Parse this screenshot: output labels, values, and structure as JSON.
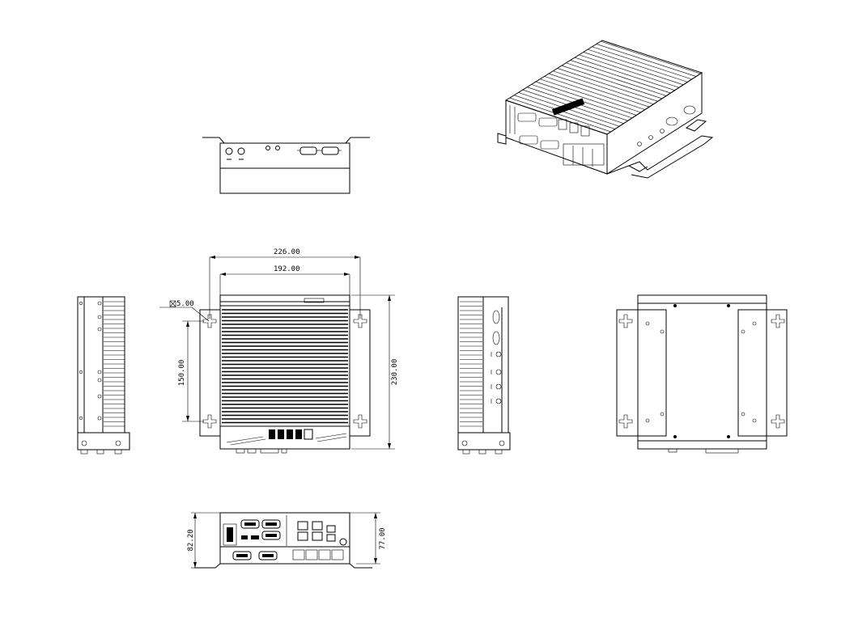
{
  "dimensions": {
    "overall_width": "226.00",
    "inner_width": "192.00",
    "hole_size": "5.00",
    "hole_spacing": "150.00",
    "overall_height": "230.00",
    "side_height": "82.20",
    "body_height": "77.00"
  },
  "colors": {
    "line": "#000000",
    "background": "#ffffff"
  }
}
